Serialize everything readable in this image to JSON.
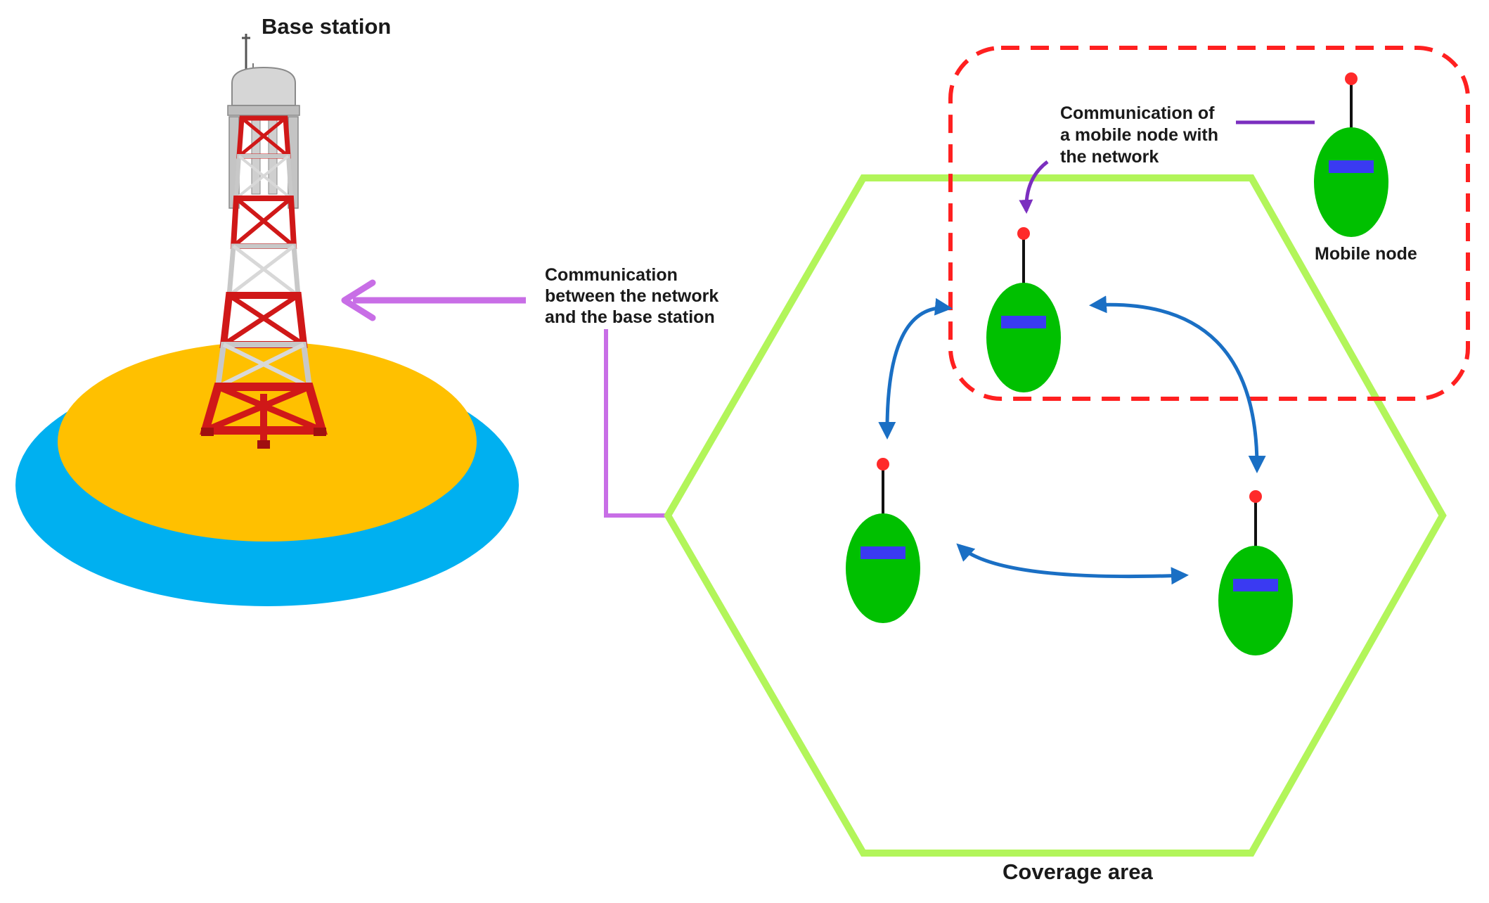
{
  "labels": {
    "base_station": "Base station",
    "comm_network_base": [
      "Communication",
      "between the network",
      "and the base station"
    ],
    "comm_mobile_node": [
      "Communication of",
      "a mobile node with",
      "the network"
    ],
    "mobile_node": "Mobile node",
    "coverage_area": "Coverage area"
  },
  "colors": {
    "hexagon_outline": "#b2f55a",
    "mobile_zone_dash": "#ff2020",
    "node_body": "#00c000",
    "node_screen": "#3a3af2",
    "antenna_tip": "#ff2a2a",
    "link_arrows": "#1a6fc4",
    "network_base_arrow": "#c86ee6",
    "mobile_comm_arrow": "#7b2fbf",
    "ground_outer": "#00b0f0",
    "ground_inner": "#ffc000",
    "tower_red": "#d01818",
    "tower_white": "#e4e4e4"
  },
  "icons": [
    "base-station-tower-icon",
    "sensor-node-icon"
  ]
}
